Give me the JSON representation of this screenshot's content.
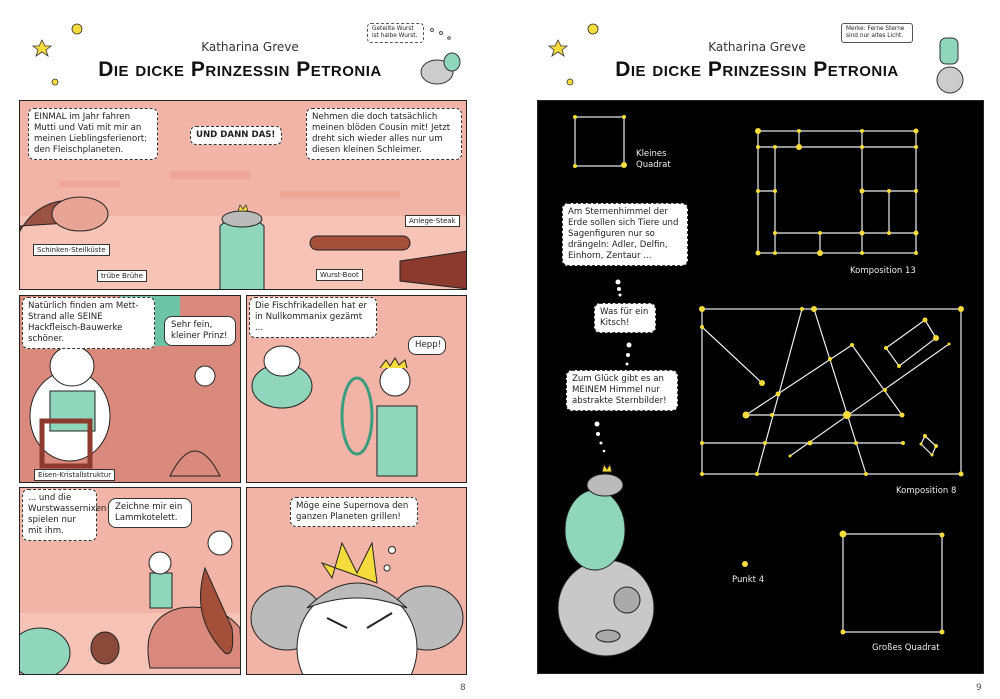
{
  "left_page": {
    "author": "Katharina Greve",
    "title": "Die dicke Prinzessin Petronia",
    "corner_bubble": "Geteilte Wurst ist halbe Wurst.",
    "page_number": "8",
    "panel1": {
      "caption_left": "EINMAL im Jahr fahren Mutti und Vati mit mir an meinen Lieblingsferienort: den Fleischplaneten.",
      "thought_center": "UND DANN DAS!",
      "caption_right": "Nehmen die doch tatsächlich meinen blöden Cousin mit! Jetzt dreht sich wieder alles nur um diesen kleinen Schleimer.",
      "labels": [
        "Schinken-Steilküste",
        "trübe Brühe",
        "Wurst-Boot",
        "Anlege-Steak"
      ]
    },
    "panel2": {
      "caption": "Natürlich finden am Mett-Strand alle SEINE Hackfleisch-Bauwerke schöner.",
      "speech": "Sehr fein, kleiner Prinz!",
      "label": "Eisen-Kristallstruktur"
    },
    "panel3": {
      "caption": "Die Fischfrikadellen hat er in Nullkommanix gezämt ...",
      "speech": "Hepp!"
    },
    "panel4": {
      "caption": "... und die Wurstwassernixen spielen nur mit ihm.",
      "speech": "Zeichne mir ein Lammkotelett."
    },
    "panel5": {
      "thought": "Möge eine Supernova den ganzen Planeten grillen!"
    }
  },
  "right_page": {
    "author": "Katharina Greve",
    "title": "Die dicke Prinzessin Petronia",
    "corner_bubble": "Merke: Ferne Sterne sind nur altes Licht.",
    "page_number": "9",
    "thought1": "Am Sternenhimmel der Erde sollen sich Tiere und Sagenfiguren nur so drängeln: Adler, Delfin, Einhorn, Zentaur ...",
    "thought2": "Was für ein Kitsch!",
    "thought3": "Zum Glück gibt es an MEINEM Himmel nur abstrakte Sternbilder!",
    "constellations": [
      "Kleines Quadrat",
      "Komposition 13",
      "Komposition 8",
      "Punkt 4",
      "Großes Quadrat"
    ]
  },
  "colors": {
    "sky": "#f2b4a6",
    "ground": "#f6c3b6",
    "mint": "#8fd6bd",
    "star": "#f5dc3c",
    "night": "#000000"
  }
}
